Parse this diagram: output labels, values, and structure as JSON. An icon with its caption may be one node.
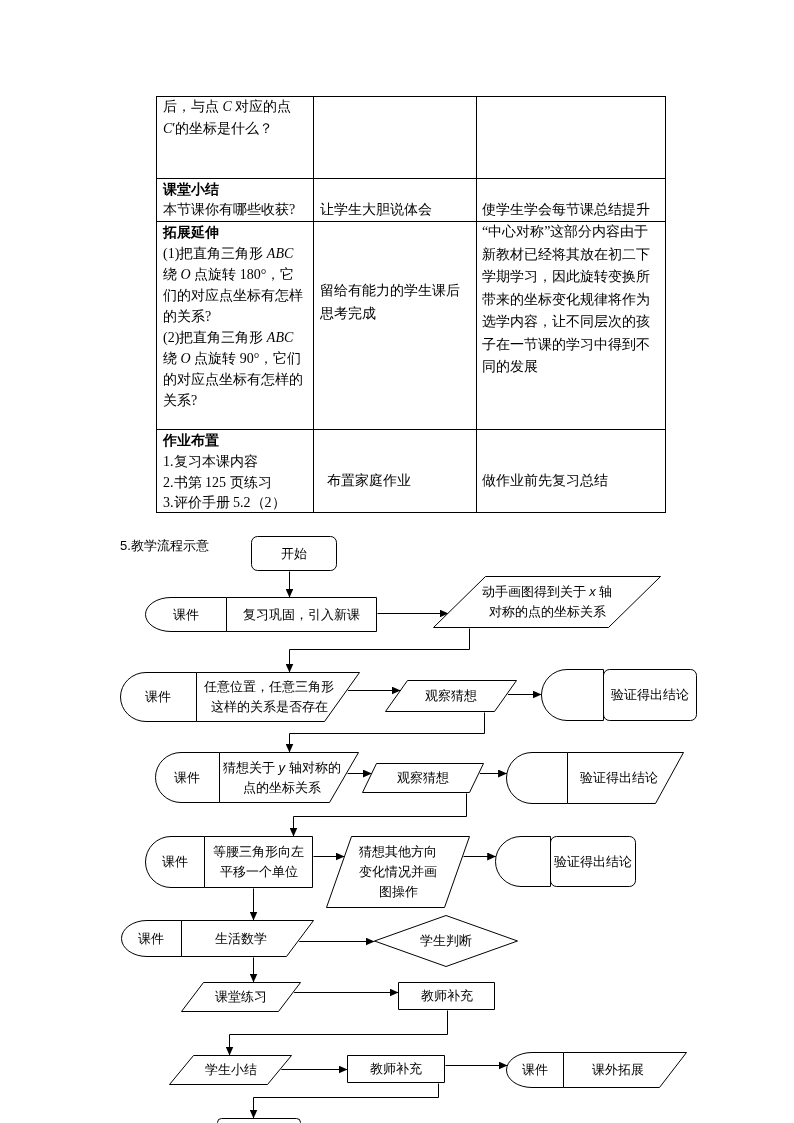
{
  "diagram": {
    "title": "5.教学流程示意",
    "nodes": [
      {
        "text": [
          "开始"
        ]
      },
      {
        "text": [
          "课件",
          "复习巩固，引入新课"
        ]
      },
      {
        "text": [
          "动手画图得到关于 *x* 轴对称的点的坐标关系"
        ]
      },
      {
        "text": [
          "课件",
          "任意位置，任意三角形这样的关系是否存在"
        ]
      },
      {
        "text": [
          "观察猜想"
        ]
      },
      {
        "text": [
          "验证得出结论"
        ]
      },
      {
        "text": [
          "课件",
          "猜想关于 *y* 轴对称的点的坐标关系"
        ]
      },
      {
        "text": [
          "观察猜想"
        ]
      },
      {
        "text": [
          "验证得出结论"
        ]
      },
      {
        "text": [
          "课件",
          "等腰三角形向左平移一个单位"
        ]
      },
      {
        "text": [
          "猜想其他方向变化情况并画图操作"
        ]
      },
      {
        "text": [
          "验证得出结论"
        ]
      },
      {
        "text": [
          "课件",
          "生活数学"
        ]
      },
      {
        "text": [
          "学生判断"
        ]
      },
      {
        "text": [
          "课堂练习"
        ]
      },
      {
        "text": [
          "教师补充"
        ]
      },
      {
        "text": [
          "学生小结"
        ]
      },
      {
        "text": [
          "教师补充"
        ]
      },
      {
        "text": [
          "课件",
          "课外拓展"
        ]
      },
      {
        "text": [],
        "shape": "box"
      }
    ],
    "edges": [
      {
        "from": 0,
        "to": 1,
        "arrow": "to"
      },
      {
        "from": 1,
        "to": 2,
        "arrow": "to"
      },
      {
        "from": 2,
        "to": 3,
        "arrow": "to"
      },
      {
        "from": 3,
        "to": 4,
        "arrow": "to"
      },
      {
        "from": 4,
        "to": 5,
        "arrow": "to"
      },
      {
        "from": 4,
        "to": 6,
        "arrow": "to"
      },
      {
        "from": 6,
        "to": 7,
        "arrow": "to"
      },
      {
        "from": 7,
        "to": 8,
        "arrow": "to"
      },
      {
        "from": 7,
        "to": 9,
        "arrow": "to"
      },
      {
        "from": 9,
        "to": 10,
        "arrow": "to"
      },
      {
        "from": 10,
        "to": 11,
        "arrow": "to"
      },
      {
        "from": 9,
        "to": 12,
        "arrow": "to"
      },
      {
        "from": 12,
        "to": 13,
        "arrow": "to"
      },
      {
        "from": 12,
        "to": 14,
        "arrow": "to"
      },
      {
        "from": 14,
        "to": 15,
        "arrow": "to"
      },
      {
        "from": 15,
        "to": 16,
        "arrow": "to"
      },
      {
        "from": 16,
        "to": 17,
        "arrow": "to"
      },
      {
        "from": 17,
        "to": 18,
        "arrow": "to"
      },
      {
        "from": 17,
        "to": 19,
        "arrow": "to"
      }
    ],
    "labels": [
      "后，与点 *C* 对应的点 *C*′的坐标是什么？",
      "课堂小结",
      "本节课你有哪些收获?",
      "让学生大胆说体会",
      "使学生学会每节课总结提升",
      "拓展延伸",
      "(1)把直角三角形 *ABC* 绕 *O* 点旋转 180°，它们的对应点坐标有怎样的关系?",
      "(2)把直角三角形 *ABC* 绕 *O* 点旋转 90°，它们的对应点坐标有怎样的关系?",
      "留给有能力的学生课后思考完成",
      "“中心对称”这部分内容由于新教材已经将其放在初二下学期学习，因此旋转变换所带来的坐标变化规律将作为选学内容，让不同层次的孩子在一节课的学习中得到不同的发展",
      "作业布置",
      "1.复习本课内容",
      "2.书第 125 页练习",
      "3.评价手册 5.2（2）",
      "布置家庭作业",
      "做作业前先复习总结"
    ]
  }
}
